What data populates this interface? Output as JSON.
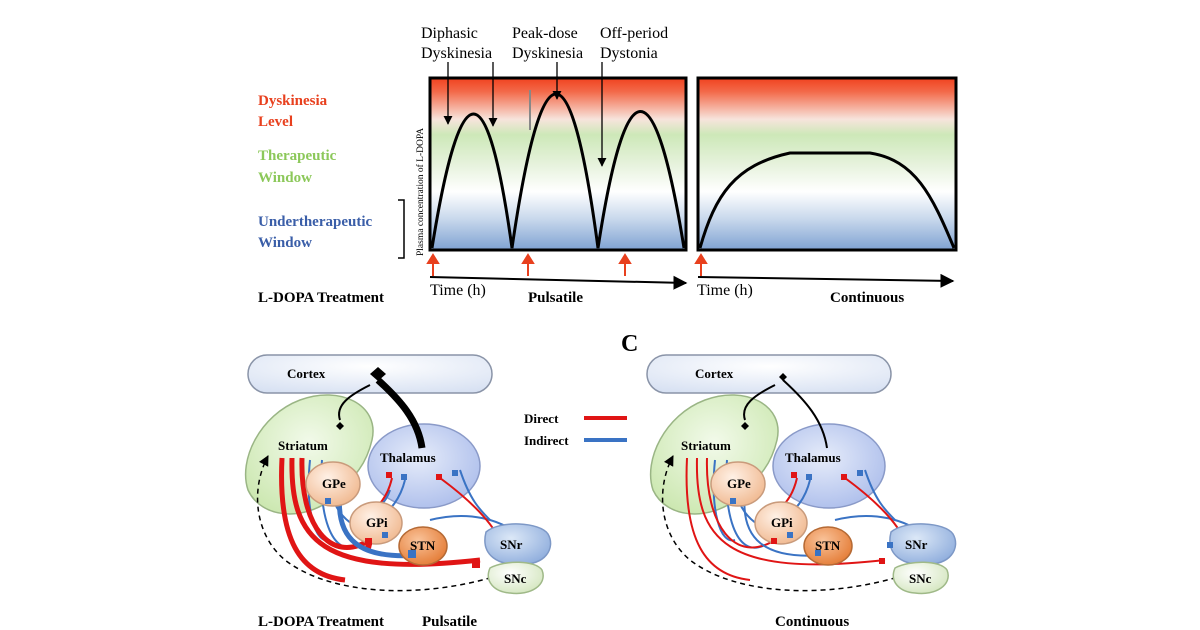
{
  "figure": {
    "panel_label": "C",
    "annotations": {
      "diphasic": [
        "Diphasic",
        "Dyskinesia"
      ],
      "peak_dose": [
        "Peak-dose",
        "Dyskinesia"
      ],
      "off_period": [
        "Off-period",
        "Dystonia"
      ]
    },
    "levels": {
      "dyskinesia": [
        "Dyskinesia",
        "Level"
      ],
      "therapeutic": [
        "Therapeutic",
        "Window"
      ],
      "undertherapeutic": [
        "Undertherapeutic",
        "Window"
      ]
    },
    "y_axis_label": "Plasma concentration of L-DOPA",
    "x_axis_label": "Time (h)",
    "treatment_label": "L-DOPA Treatment",
    "pulsatile_label": "Pulsatile",
    "continuous_label": "Continuous"
  },
  "circuit": {
    "cortex": "Cortex",
    "striatum": "Striatum",
    "thalamus": "Thalamus",
    "gpe": "GPe",
    "gpi": "GPi",
    "stn": "STN",
    "snr": "SNr",
    "snc": "SNc",
    "legend": {
      "direct": "Direct",
      "indirect": "Indirect"
    }
  },
  "colors": {
    "dyskinesia": "#e8401e",
    "therapeutic": "#8cc85a",
    "undertherapeutic": "#3a5ea8",
    "direct": "#e01515",
    "indirect": "#3a73c4",
    "cortex_fill": "#e8eef8",
    "striatum_fill": "#d8efc2",
    "thalamus_fill": "#c2cff0",
    "gp_fill": "#f6cdb0",
    "stn_fill": "#ef9a5c",
    "snr_fill": "#a9c2e6",
    "snc_fill": "#e6f0d6"
  }
}
